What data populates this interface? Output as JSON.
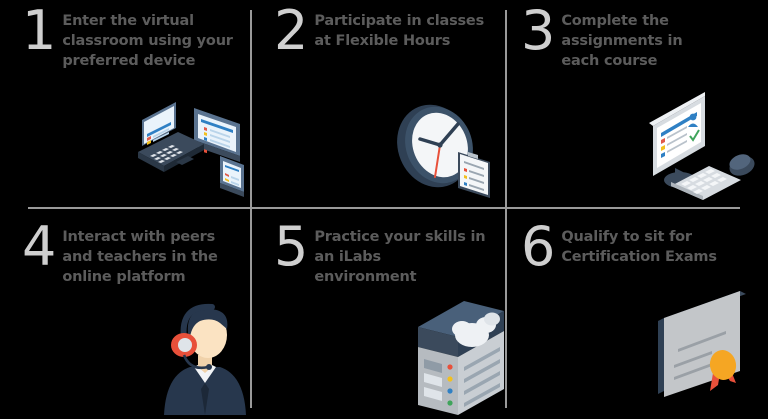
{
  "graphic": {
    "title": "Online learning process steps",
    "background_color": "#000000",
    "divider_color": "#9a9a9a",
    "number_color": "#cfcfcf",
    "text_color": "#5c5c5c",
    "accent_colors": {
      "device_dark": "#3b4a5c",
      "device_mid": "#5a7390",
      "screen_light": "#eaf3fb",
      "screen_blue": "#2f80c4",
      "red": "#e8503a",
      "orange": "#f5a623",
      "yellow": "#f2c01e",
      "green": "#3fa45b",
      "skin": "#fbe3c2",
      "suit": "#27374d",
      "gray_light": "#c3c6c9",
      "gray_mid": "#a9adb1"
    },
    "columns": 3,
    "rows": 2
  },
  "steps": [
    {
      "number": "1",
      "text": "Enter the virtual classroom using your preferred device",
      "icon": "laptop-tablet-phone-icon"
    },
    {
      "number": "2",
      "text": "Participate in classes at Flexible Hours",
      "icon": "clock-clipboard-icon"
    },
    {
      "number": "3",
      "text": "Complete the assignments in each course",
      "icon": "desktop-computer-icon"
    },
    {
      "number": "4",
      "text": "Interact with peers and teachers in the online platform",
      "icon": "support-agent-headset-icon"
    },
    {
      "number": "5",
      "text": "Practice your skills in an iLabs environment",
      "icon": "server-cloud-icon"
    },
    {
      "number": "6",
      "text": "Qualify to sit for Certification Exams",
      "icon": "certificate-award-icon"
    }
  ]
}
